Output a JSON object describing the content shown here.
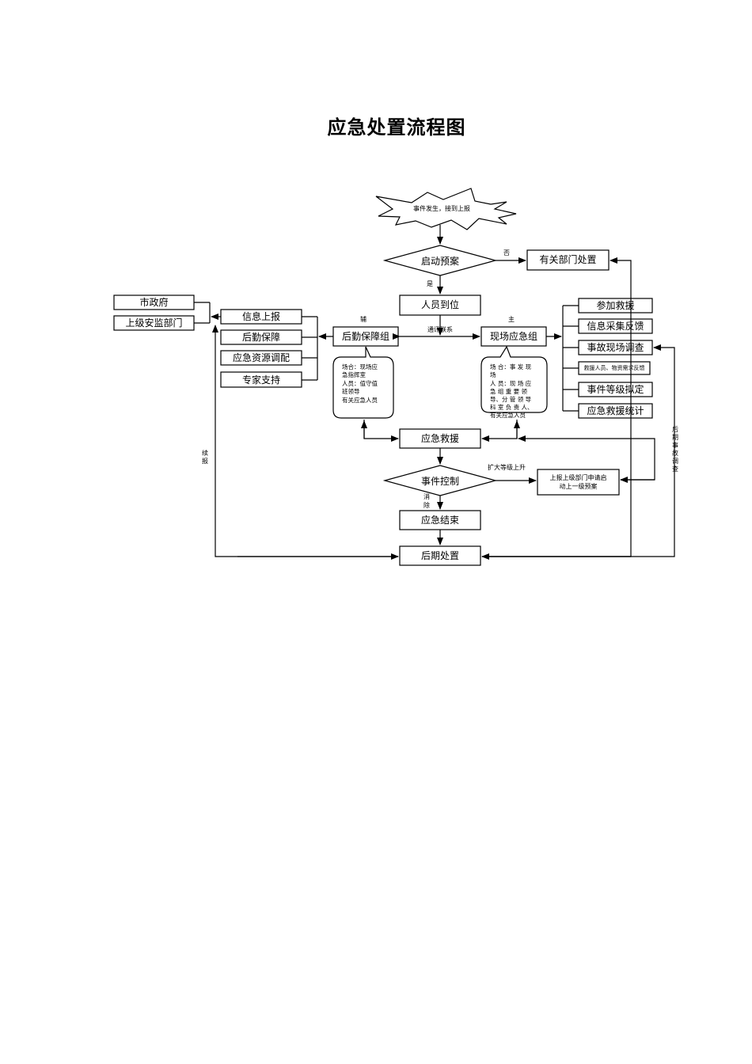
{
  "title": "应急处置流程图",
  "nodes": {
    "event": "事件发生，接到上报",
    "start_plan": "启动预案",
    "dept_handle": "有关部门处置",
    "staff_arrive": "人员到位",
    "logistics_group": "后勤保障组",
    "onsite_group": "现场应急组",
    "city_gov": "市政府",
    "superior_dept": "上级安监部门",
    "info_report": "信息上报",
    "logistics_support": "后勤保障",
    "resource_alloc": "应急资源调配",
    "expert_support": "专家支持",
    "join_rescue": "参加救援",
    "info_feedback": "信息采集反馈",
    "accident_survey": "事故现场调查",
    "rescue_needs": "救援人员、物资需求反馈",
    "level_determine": "事件等级拟定",
    "rescue_stats": "应急救援统计",
    "emergency_rescue": "应急救援",
    "event_control": "事件控制",
    "escalate_report": [
      "上报上级部门申请启",
      "动上一级预案"
    ],
    "emergency_end": "应急结束",
    "aftermath": "后期处置"
  },
  "notes": {
    "logistics": [
      "场合：现场应",
      "急指挥室",
      "人员：值守值",
      "班领导",
      "有关应急人员"
    ],
    "onsite": [
      "场 合：事 发 现",
      "场",
      "人 员：现 场 应",
      "急 组 重 要 领",
      "导、分 管 领 导",
      "科 室 负 责 人、",
      "有关应急人员"
    ]
  },
  "labels": {
    "no": "否",
    "yes": "是",
    "assist": "辅",
    "main": "主",
    "comm": "通讯联系",
    "escalate": "扩大等级上升",
    "eliminate": [
      "消",
      "除"
    ],
    "continue_report": [
      "续",
      "报"
    ],
    "later_investigation": [
      "后",
      "期",
      "事",
      "故",
      "调",
      "查"
    ]
  }
}
